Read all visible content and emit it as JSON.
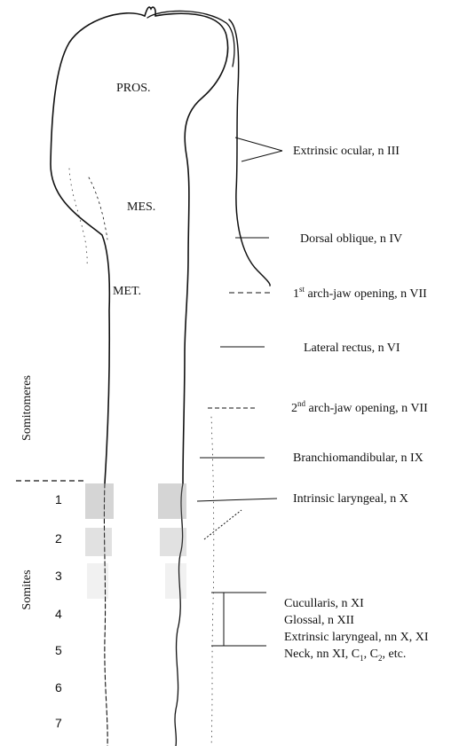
{
  "regions": [
    "PROS.",
    "MES.",
    "MET."
  ],
  "side_labels": {
    "somitomeres": "Somitomeres",
    "somites": "Somites"
  },
  "somite_numbers": [
    "1",
    "2",
    "3",
    "4",
    "5",
    "6",
    "7"
  ],
  "muscles": [
    {
      "id": "extrinsic-ocular",
      "text": "Extrinsic ocular, n III"
    },
    {
      "id": "dorsal-oblique",
      "text": "Dorsal oblique, n IV"
    },
    {
      "id": "first-arch",
      "pre": "1",
      "sup": "st",
      "post": " arch-jaw opening, n VII"
    },
    {
      "id": "lateral-rectus",
      "text": "Lateral rectus, n VI"
    },
    {
      "id": "second-arch",
      "pre": "2",
      "sup": "nd",
      "post": " arch-jaw opening, n VII"
    },
    {
      "id": "branchiomandibular",
      "text": "Branchiomandibular, n IX"
    },
    {
      "id": "intrinsic-laryngeal",
      "text": "Intrinsic laryngeal, n X"
    },
    {
      "id": "cucullaris",
      "text": "Cucullaris, n XI"
    },
    {
      "id": "glossal",
      "text": "Glossal, n XII"
    },
    {
      "id": "extrinsic-laryngeal",
      "text": "Extrinsic laryngeal, nn X, XI"
    },
    {
      "id": "neck",
      "pre": "Neck, nn XI, C",
      "sub1": "1",
      "mid": ", C",
      "sub2": "2",
      "post": ", etc."
    }
  ]
}
